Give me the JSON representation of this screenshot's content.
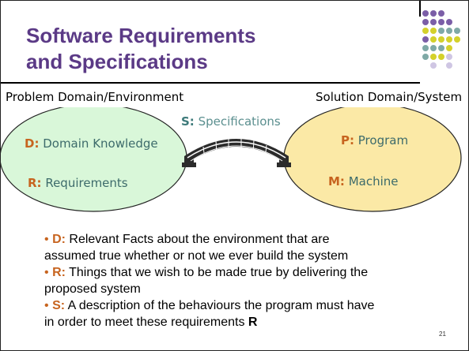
{
  "title": {
    "line1": "Software Requirements",
    "line2": "and Specifications"
  },
  "colors": {
    "title": "#5b3a86",
    "accent": "#c7641f",
    "teal_text": "#3d6b6b",
    "problem_ellipse": "#d9f7d9",
    "solution_ellipse": "#fbe9a6",
    "dot_purple": "#7b5ea7",
    "dot_yellow": "#d4d12b",
    "dot_teal": "#7fa9a6",
    "dot_lavender": "#cfc6e3"
  },
  "domains": {
    "problem_label": "Problem Domain/Environment",
    "solution_label": "Solution Domain/System"
  },
  "diagram": {
    "specifications": {
      "key": "S:",
      "text": " Specifications"
    },
    "domain_knowledge": {
      "key": "D:",
      "text": " Domain Knowledge"
    },
    "requirements": {
      "key": "R:",
      "text": " Requirements"
    },
    "program": {
      "key": "P:",
      "text": " Program"
    },
    "machine": {
      "key": "M:",
      "text": " Machine"
    },
    "bridge_icon": "bridge-icon"
  },
  "bullets": [
    {
      "key": "D:",
      "line1": " Relevant Facts about the environment that are",
      "line2": "assumed true whether or not we ever build the system"
    },
    {
      "key": "R:",
      "line1": " Things that we wish to be made true by delivering the",
      "line2": "proposed system"
    },
    {
      "key": "S:",
      "line1": " A description of the behaviours the program must have",
      "line2": "in order to meet these requirements ",
      "strong": "R"
    }
  ],
  "page_number": "21"
}
